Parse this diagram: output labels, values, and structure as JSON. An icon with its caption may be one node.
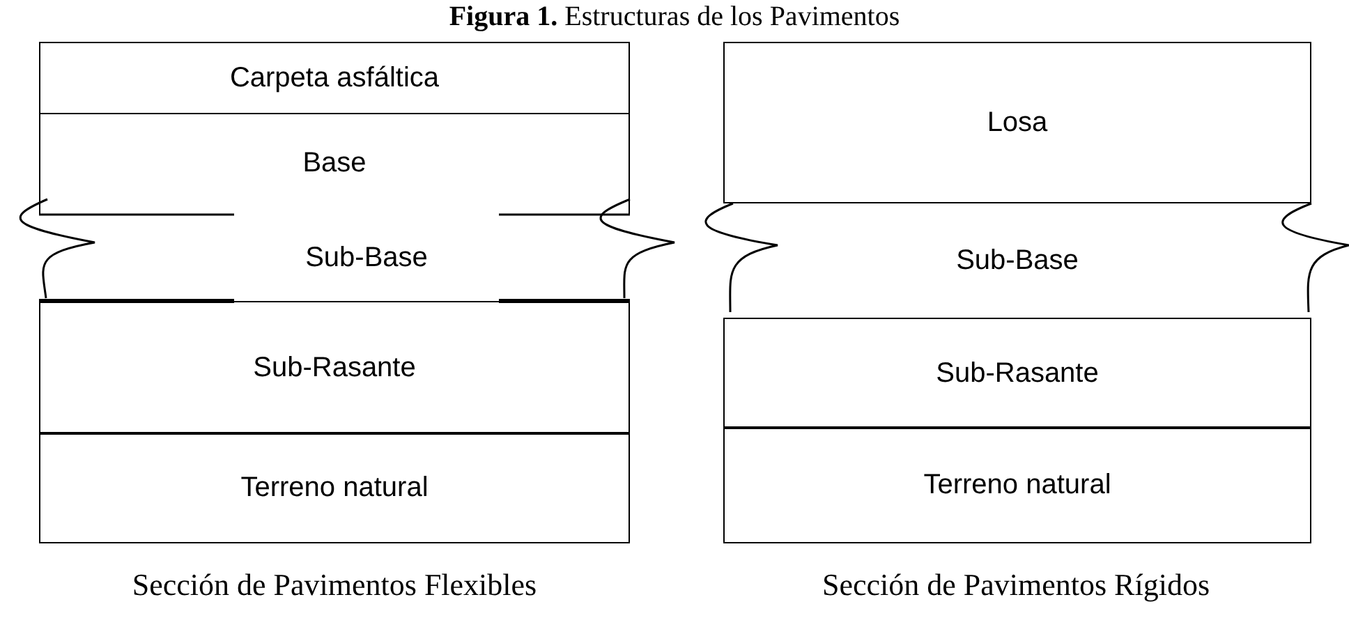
{
  "diagram": {
    "title": "**Figura 1.** Estructuras de los Pavimentos",
    "nodes": [
      {
        "text": [
          "Carpeta asfáltica"
        ]
      },
      {
        "text": [
          "Base"
        ]
      },
      {
        "text": [
          "Sub-Base"
        ]
      },
      {
        "text": [
          "Sub-Rasante"
        ]
      },
      {
        "text": [
          "Terreno natural"
        ]
      },
      {
        "text": [
          "Losa"
        ]
      },
      {
        "text": [
          "Sub-Base"
        ]
      },
      {
        "text": [
          "Sub-Rasante"
        ]
      },
      {
        "text": [
          "Terreno natural"
        ]
      }
    ],
    "labels": [
      "Sección de Pavimentos Flexibles",
      "Sección de Pavimentos Rígidos"
    ]
  }
}
